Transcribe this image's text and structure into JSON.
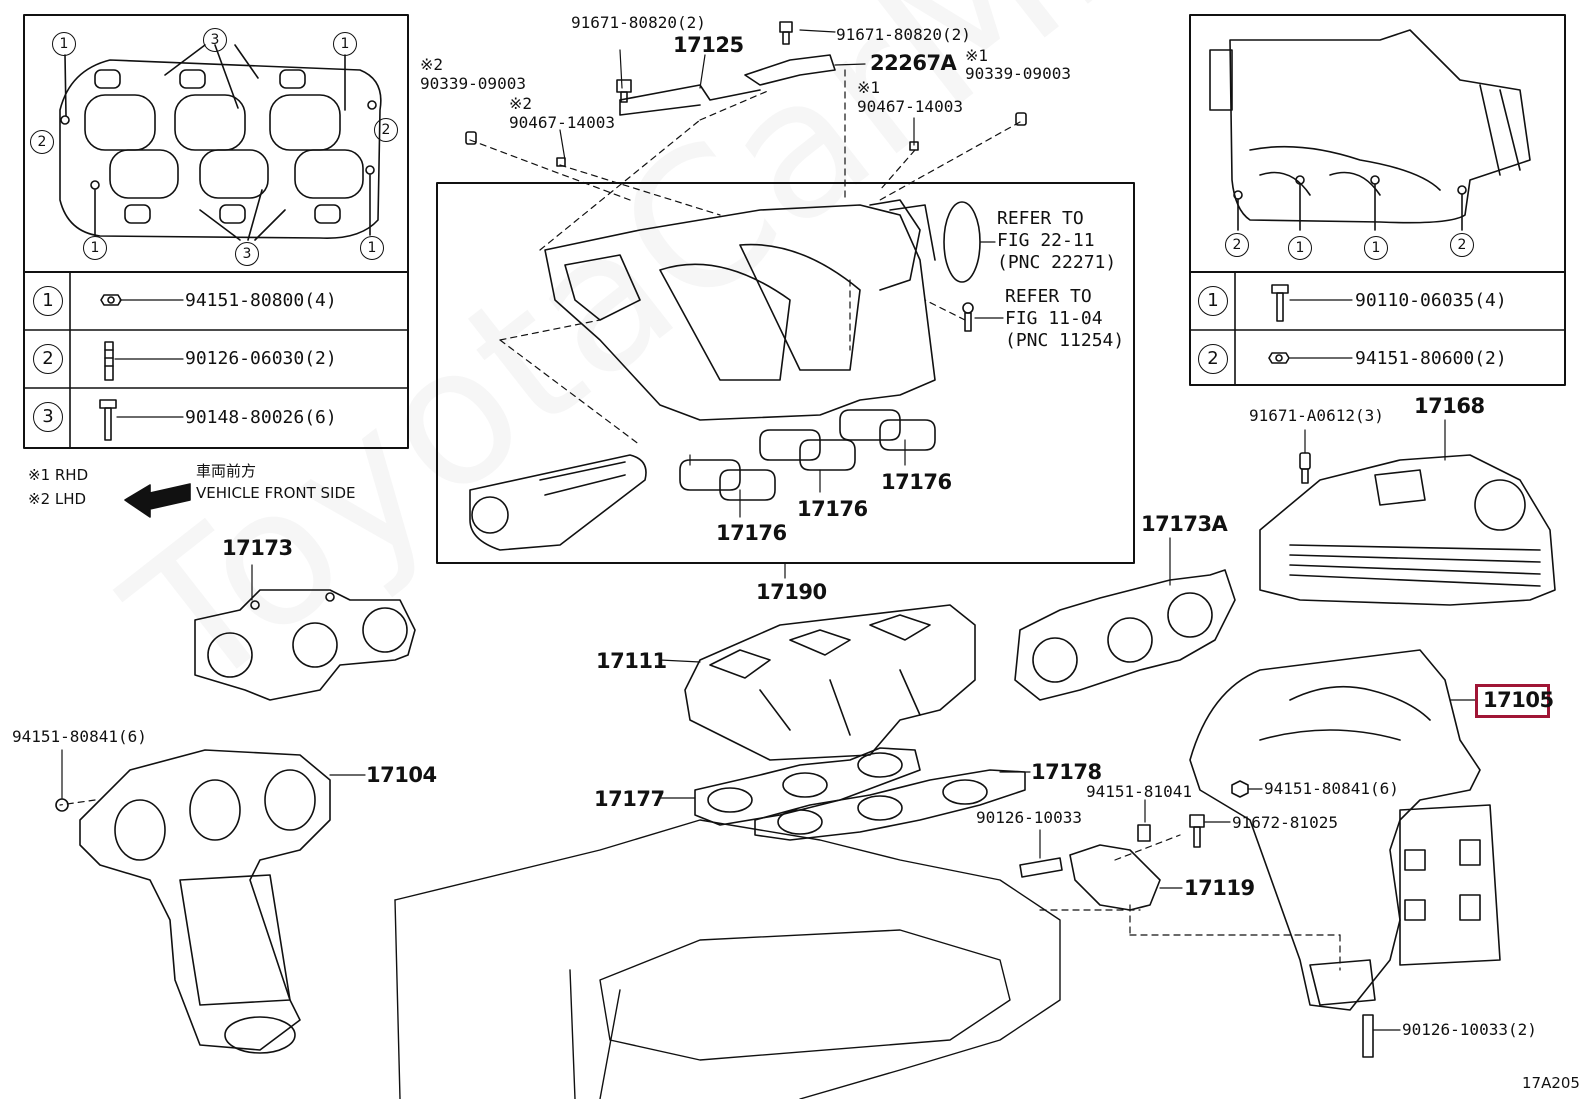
{
  "watermark": "ToyotaCarMine.ru",
  "figure_code": "17A205",
  "legend_left": {
    "rows": [
      {
        "num": "1",
        "part": "94151-80800(4)"
      },
      {
        "num": "2",
        "part": "90126-06030(2)"
      },
      {
        "num": "3",
        "part": "90148-80026(6)"
      }
    ]
  },
  "legend_right": {
    "rows": [
      {
        "num": "1",
        "part": "90110-06035(4)"
      },
      {
        "num": "2",
        "part": "94151-80600(2)"
      }
    ]
  },
  "notes": {
    "rhd": "※1 RHD",
    "lhd": "※2 LHD",
    "front_jp": "車両前方",
    "front_en": "VEHICLE FRONT SIDE"
  },
  "refs": {
    "ref1_l1": "REFER TO",
    "ref1_l2": "FIG 22-11",
    "ref1_l3": "(PNC 22271)",
    "ref2_l1": "REFER TO",
    "ref2_l2": "FIG 11-04",
    "ref2_l3": "(PNC 11254)"
  },
  "labels": {
    "p91671_80820_a": "91671-80820(2)",
    "p91671_80820_b": "91671-80820(2)",
    "p17125": "17125",
    "p22267A": "22267A",
    "p90339_left_mark": "※2",
    "p90339_left": "90339-09003",
    "p90467_left_mark": "※2",
    "p90467_left": "90467-14003",
    "p90339_right_mark": "※1",
    "p90339_right": "90339-09003",
    "p90467_right_mark": "※1",
    "p90467_right": "90467-14003",
    "p17176_a": "17176",
    "p17176_b": "17176",
    "p17176_c": "17176",
    "p17190": "17190",
    "p17173": "17173",
    "p17173A": "17173A",
    "p91671_A0612": "91671-A0612(3)",
    "p17168": "17168",
    "p17111": "17111",
    "p17105": "17105",
    "p94151_80841_left": "94151-80841(6)",
    "p17104": "17104",
    "p17178": "17178",
    "p17177": "17177",
    "p94151_81041": "94151-81041",
    "p94151_80841_right": "94151-80841(6)",
    "p90126_10033": "90126-10033",
    "p91672_81025": "91672-81025",
    "p17119": "17119",
    "p90126_10033_2": "90126-10033(2)"
  }
}
